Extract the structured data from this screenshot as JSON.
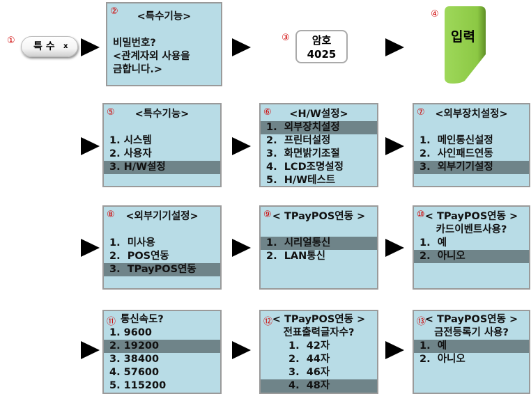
{
  "colors": {
    "panel": "#b8dce6",
    "selected": "#6f8489",
    "marker": "#d00000",
    "enter_key": "#8fcf45"
  },
  "step1": {
    "marker": "①",
    "key_label": "특 수",
    "key_sub": "x"
  },
  "step2": {
    "marker": "②",
    "lines": [
      "<특수기능>",
      "",
      "비밀번호?",
      "<관계자외 사용을",
      "금합니다.>"
    ]
  },
  "step3": {
    "marker": "③",
    "label": "암호",
    "value": "4025"
  },
  "step4": {
    "marker": "④",
    "label": "입력"
  },
  "panels": [
    {
      "marker": "⑤",
      "lines": [
        {
          "text": "<특수기능>"
        },
        {
          "text": ""
        },
        {
          "text": "1. 시스템"
        },
        {
          "text": "2. 사용자"
        },
        {
          "text": "3. H/W설정",
          "selected": true
        }
      ]
    },
    {
      "marker": "⑥",
      "lines": [
        {
          "text": "<H/W설정>"
        },
        {
          "text": "1.  외부장치설정",
          "selected": true
        },
        {
          "text": "2.  프린터설정"
        },
        {
          "text": "3.  화면밝기조절"
        },
        {
          "text": "4.  LCD조명설정"
        },
        {
          "text": "5.  H/W테스트"
        }
      ]
    },
    {
      "marker": "⑦",
      "lines": [
        {
          "text": "<외부장치설정>"
        },
        {
          "text": ""
        },
        {
          "text": "1.  메인통신설정"
        },
        {
          "text": "2.  사인패드연동"
        },
        {
          "text": "3.  외부기기설정",
          "selected": true
        }
      ]
    },
    {
      "marker": "⑧",
      "lines": [
        {
          "text": "<외부기기설정>"
        },
        {
          "text": ""
        },
        {
          "text": "1.  미사용"
        },
        {
          "text": "2.  POS연동"
        },
        {
          "text": "3.  TPayPOS연동",
          "selected": true
        }
      ]
    },
    {
      "marker": "⑨",
      "lines": [
        {
          "text": "< TPayPOS연동 >"
        },
        {
          "text": ""
        },
        {
          "text": "1.  시리얼통신",
          "selected": true
        },
        {
          "text": "2.  LAN통신"
        }
      ]
    },
    {
      "marker": "⑩",
      "lines": [
        {
          "text": "< TPayPOS연동 >"
        },
        {
          "text": "카드이벤트사용?"
        },
        {
          "text": "1.  예"
        },
        {
          "text": "2.  아니오",
          "selected": true
        }
      ]
    },
    {
      "marker": "⑪",
      "lines": [
        {
          "text": "통신속도?"
        },
        {
          "text": "1. 9600"
        },
        {
          "text": "2. 19200",
          "selected": true
        },
        {
          "text": "3. 38400"
        },
        {
          "text": "4. 57600"
        },
        {
          "text": "5. 115200"
        }
      ]
    },
    {
      "marker": "⑫",
      "lines": [
        {
          "text": "< TPayPOS연동 >"
        },
        {
          "text": "전표출력글자수?"
        },
        {
          "text": "1.  42자"
        },
        {
          "text": "2.  44자"
        },
        {
          "text": "3.  46자"
        },
        {
          "text": "4.  48자",
          "selected": true
        }
      ]
    },
    {
      "marker": "⑬",
      "lines": [
        {
          "text": "< TPayPOS연동 >"
        },
        {
          "text": "금전등록기 사용?"
        },
        {
          "text": "1.  예",
          "selected": true
        },
        {
          "text": "2.  아니오"
        }
      ]
    }
  ]
}
